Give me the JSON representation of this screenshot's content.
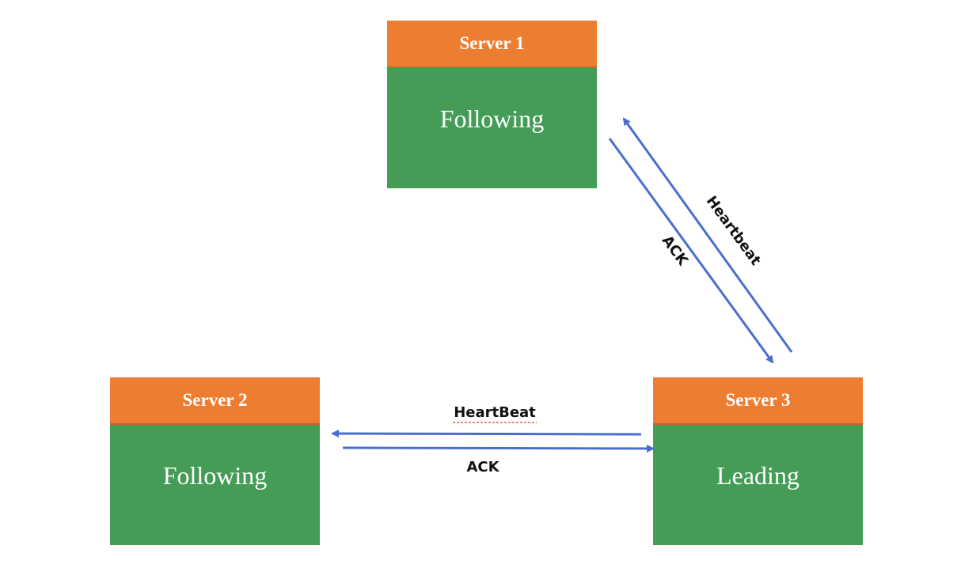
{
  "colors": {
    "header": "#ED7D31",
    "body": "#459C57",
    "arrow": "#4A6ED0",
    "text": "#FFFFFF"
  },
  "servers": [
    {
      "name": "Server 1",
      "state": "Following"
    },
    {
      "name": "Server 2",
      "state": "Following"
    },
    {
      "name": "Server 3",
      "state": "Leading"
    }
  ],
  "links": {
    "s3_to_s1": "Heartbeat",
    "s1_to_s3": "ACK",
    "s3_to_s2": "HeartBeat",
    "s2_to_s3": "ACK"
  }
}
